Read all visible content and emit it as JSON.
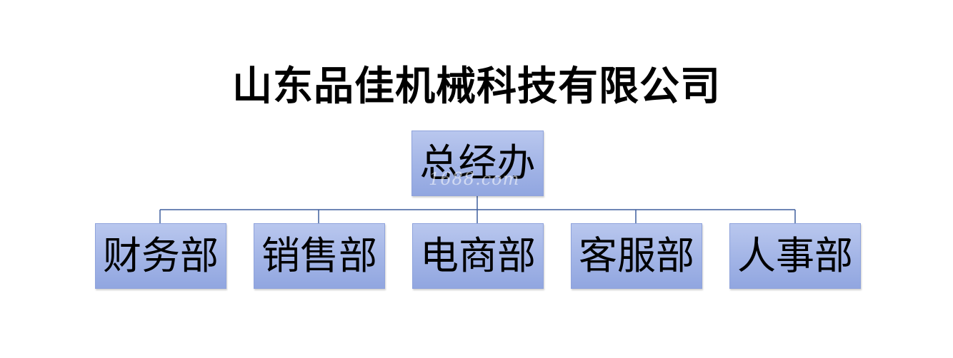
{
  "title": "山东品佳机械科技有限公司",
  "root": {
    "label": "总经办"
  },
  "departments": [
    {
      "label": "财务部"
    },
    {
      "label": "销售部"
    },
    {
      "label": "电商部"
    },
    {
      "label": "客服部"
    },
    {
      "label": "人事部"
    }
  ],
  "watermark": "1688.com",
  "colors": {
    "box_fill": "#a2b4e6",
    "connector": "#3f5f9e",
    "text": "#000000"
  }
}
